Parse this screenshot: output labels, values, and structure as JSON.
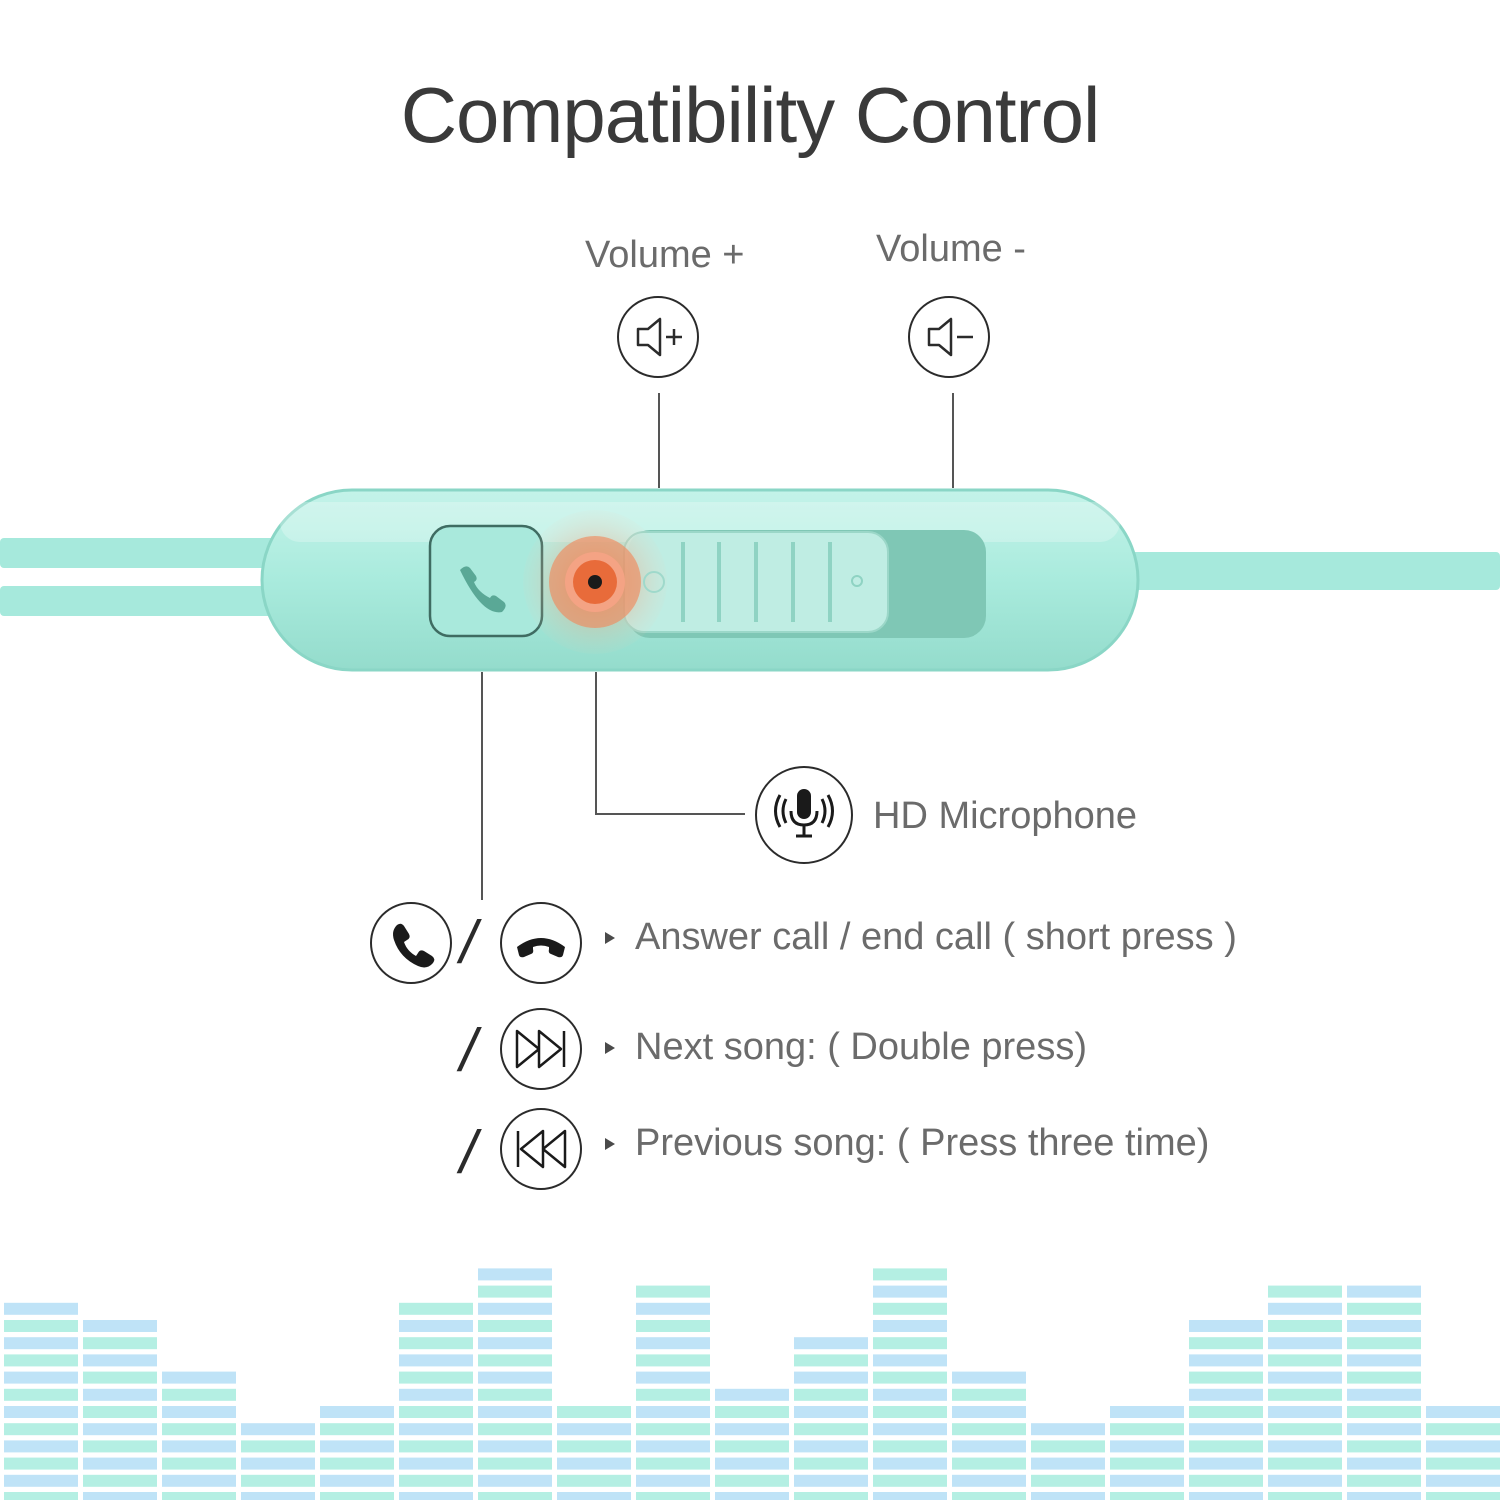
{
  "title": "Compatibility Control",
  "volume_up": {
    "label": "Volume +",
    "icon": "volume-up-icon"
  },
  "volume_down": {
    "label": "Volume -",
    "icon": "volume-down-icon"
  },
  "microphone": {
    "label": "HD Microphone",
    "icon": "microphone-icon"
  },
  "functions": [
    {
      "text": "Answer call / end call ( short press )",
      "icons": [
        "phone-answer-icon",
        "phone-hangup-icon"
      ]
    },
    {
      "text": "Next song: ( Double press)",
      "icons": [
        "next-track-icon"
      ]
    },
    {
      "text": "Previous song: ( Press three time)",
      "icons": [
        "previous-track-icon"
      ]
    }
  ],
  "separator": "/",
  "colors": {
    "cable": "#9fe6d9",
    "remote_body": "#a8ebdd",
    "remote_edge": "#8fd8c9",
    "mic_glow": "#f08a5d",
    "eq_blue": "#bfe3f7",
    "eq_teal": "#b4efe3"
  }
}
